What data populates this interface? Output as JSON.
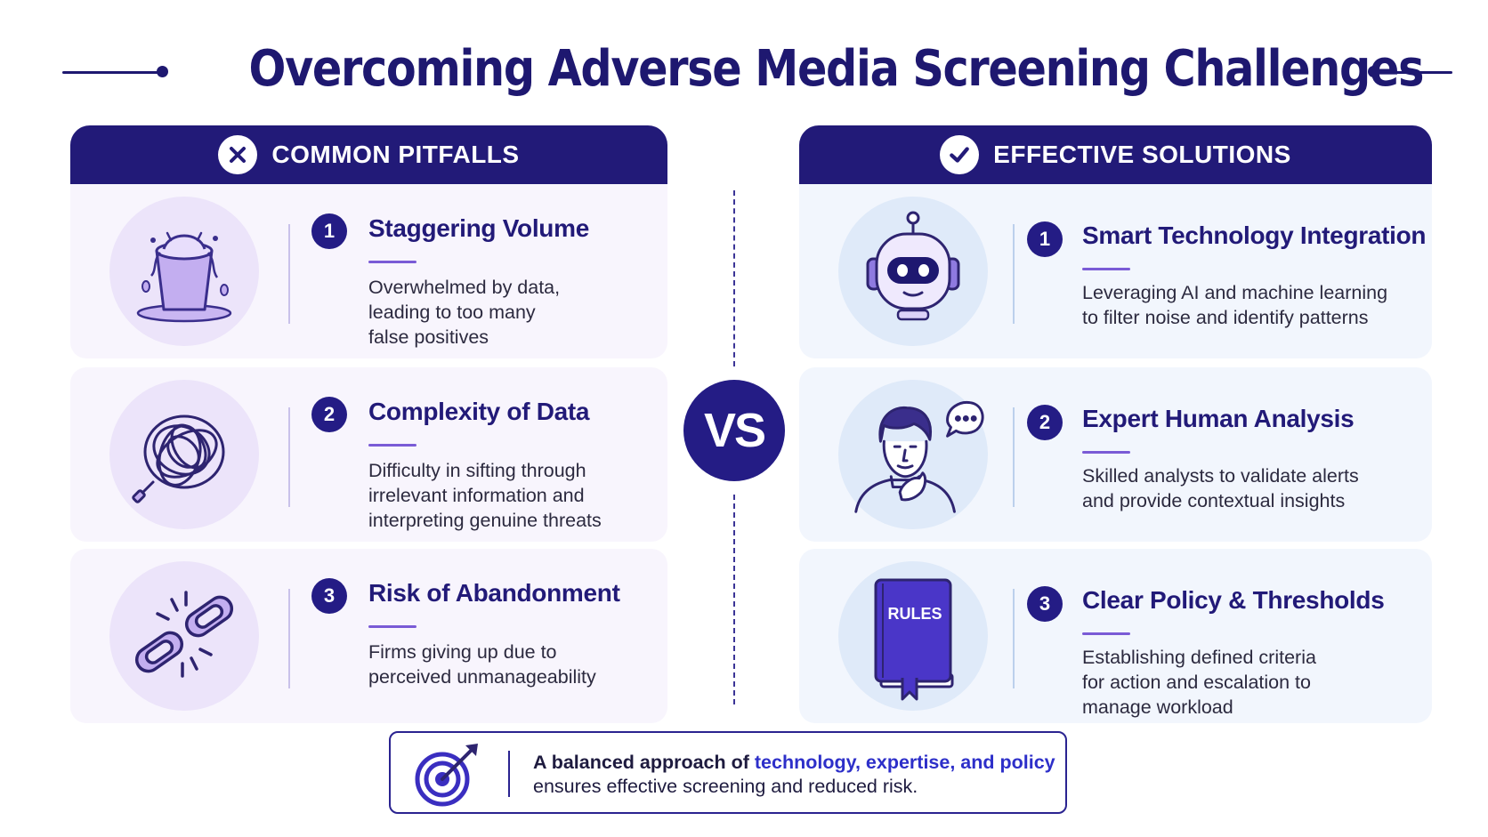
{
  "title": "Overcoming Adverse Media Screening Challenges",
  "pitfalls": {
    "header": "COMMON PITFALLS",
    "items": [
      {
        "num": "1",
        "title": "Staggering Volume",
        "desc": "Overwhelmed by data,\nleading to too many\nfalse positives",
        "icon": "overflowing-bucket-icon"
      },
      {
        "num": "2",
        "title": "Complexity of Data",
        "desc": "Difficulty in sifting through\nirrelevant information and\ninterpreting genuine threats",
        "icon": "tangled-cable-icon"
      },
      {
        "num": "3",
        "title": "Risk of Abandonment",
        "desc": "Firms giving up due to\nperceived unmanageability",
        "icon": "broken-chain-icon"
      }
    ]
  },
  "solutions": {
    "header": "EFFECTIVE SOLUTIONS",
    "items": [
      {
        "num": "1",
        "title": "Smart Technology Integration",
        "desc": "Leveraging AI and machine learning\nto filter noise and identify patterns",
        "icon": "robot-icon"
      },
      {
        "num": "2",
        "title": "Expert Human Analysis",
        "desc": "Skilled analysts to validate alerts\nand provide contextual insights",
        "icon": "thinking-analyst-icon"
      },
      {
        "num": "3",
        "title": "Clear Policy & Thresholds",
        "desc": "Establishing defined criteria\nfor action and escalation to\nmanage workload",
        "icon": "rules-book-icon"
      }
    ]
  },
  "vs_label": "VS",
  "rules_label": "RULES",
  "footer": {
    "prefix": "A balanced approach of ",
    "highlight": "technology, expertise, and policy",
    "line2": "ensures effective screening and reduced risk."
  },
  "colors": {
    "primary": "#221a78",
    "accent": "#7a5bd6",
    "highlight": "#2d2fc9"
  }
}
